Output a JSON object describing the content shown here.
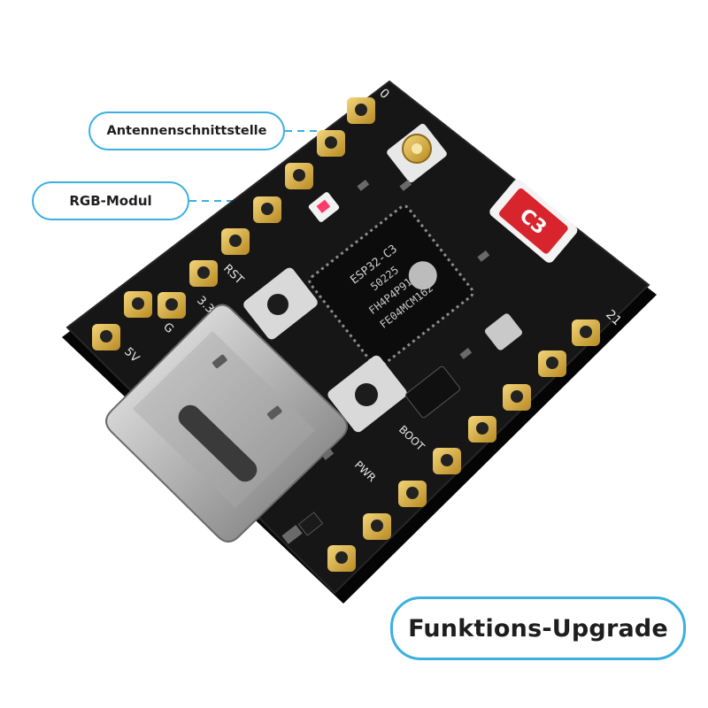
{
  "callouts": {
    "antenna": "Antennenschnittstelle",
    "rgb": "RGB-Modul"
  },
  "badge": {
    "label": "Funktions-Upgrade"
  },
  "board": {
    "chip_lines": [
      "ESP32-C3",
      "50225",
      "FH4P4P9130",
      "FE04MCM162"
    ],
    "module_label": "C3",
    "silkscreen": {
      "pin0": "0",
      "pin21": "21",
      "rst": "RST",
      "v33": "3.3",
      "gnd": "G",
      "v5": "5V",
      "boot": "BOOT",
      "pwr": "PWR"
    }
  },
  "colors": {
    "accent": "#3ab0e0",
    "pcb": "#141414",
    "gold": "#d8b24a",
    "module_red": "#d8242c"
  }
}
